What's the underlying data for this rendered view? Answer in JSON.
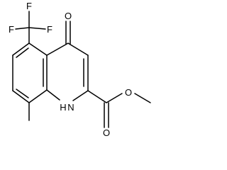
{
  "molecule": {
    "atoms": [
      {
        "id": "F1",
        "label": "F"
      },
      {
        "id": "F2",
        "label": "F"
      },
      {
        "id": "F3",
        "label": "F"
      },
      {
        "id": "O_ketone",
        "label": "O"
      },
      {
        "id": "N_ring",
        "label": "N"
      },
      {
        "id": "H_ring",
        "label": "H"
      },
      {
        "id": "O_ether",
        "label": "O"
      },
      {
        "id": "O_carbonyl",
        "label": "O"
      }
    ]
  },
  "colors": {
    "bond": "#000000",
    "text": "#000000",
    "background": "#ffffff"
  }
}
